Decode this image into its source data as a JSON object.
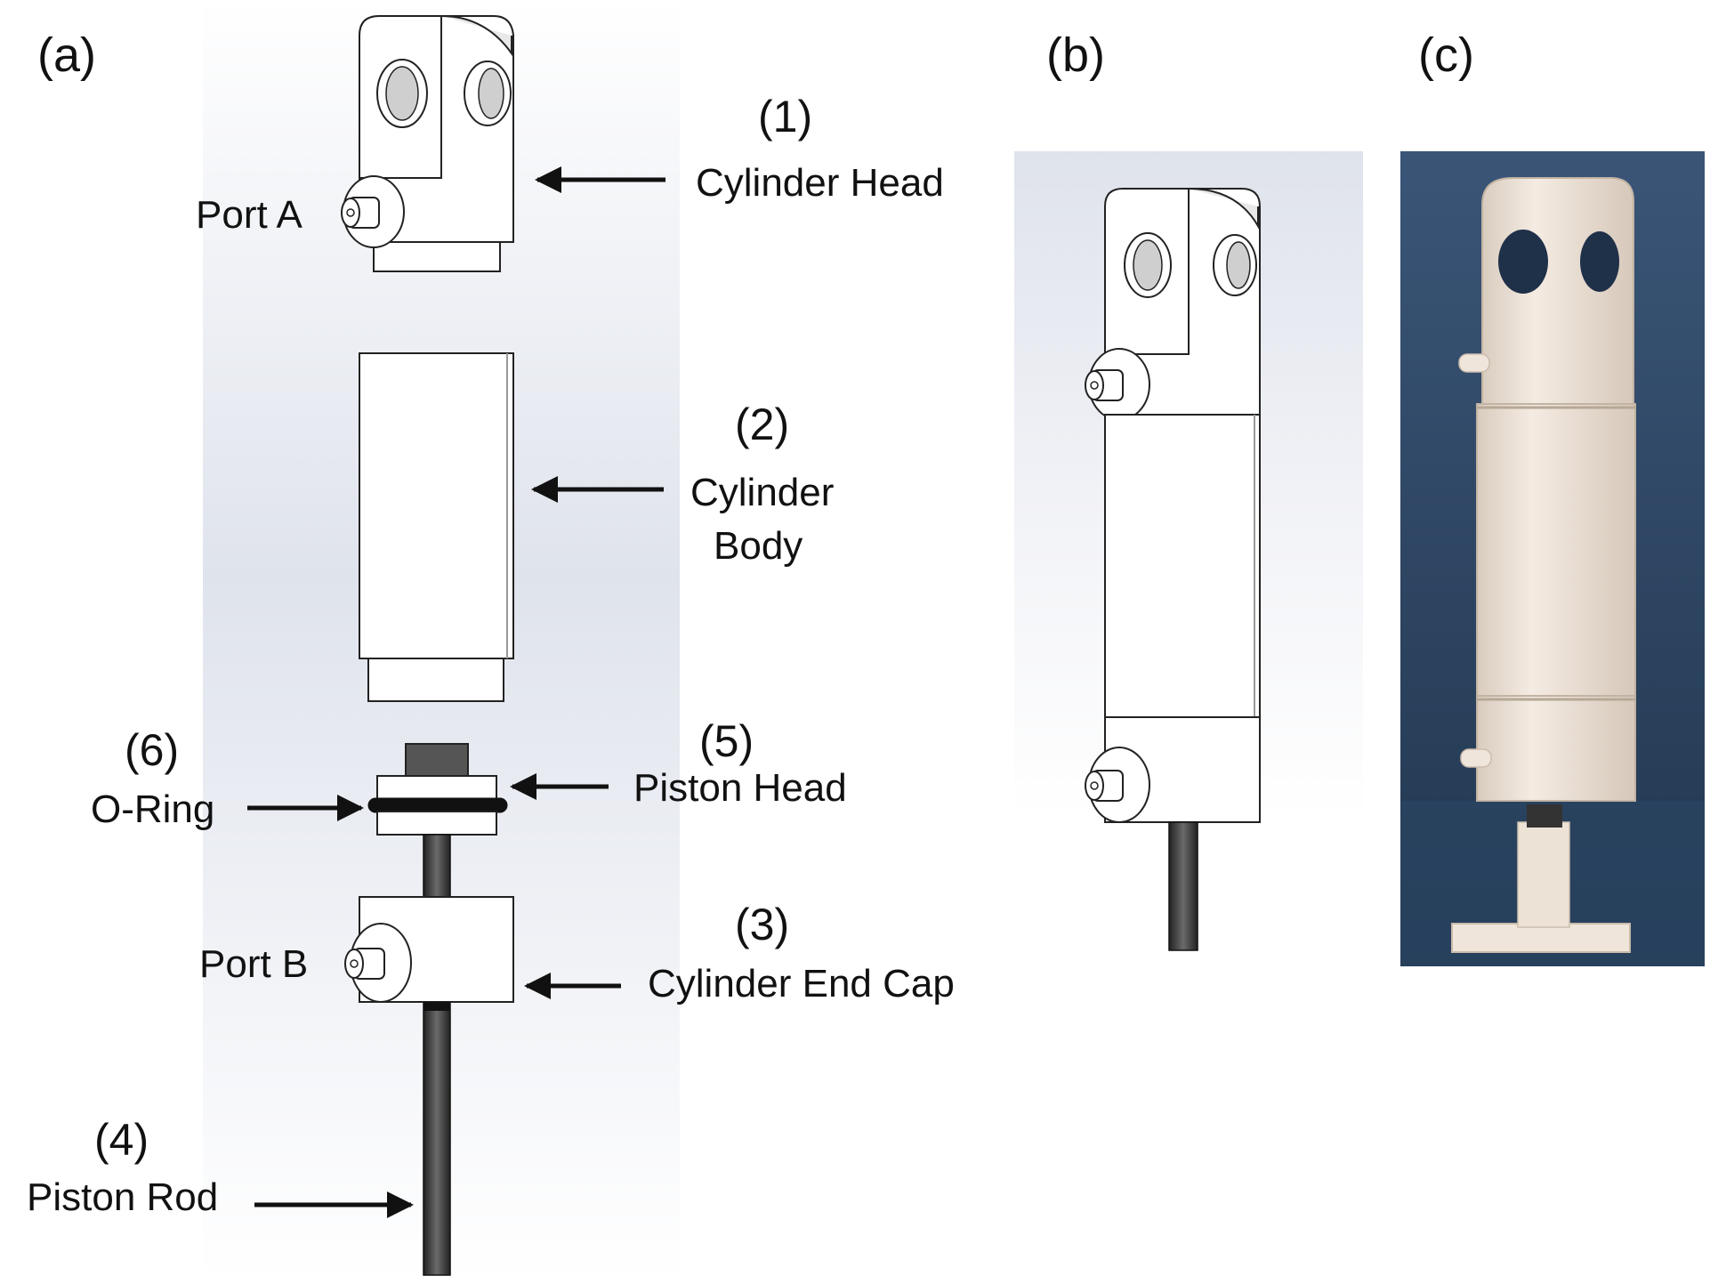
{
  "panels": {
    "a": "(a)",
    "b": "(b)",
    "c": "(c)"
  },
  "parts": [
    {
      "number": "(1)",
      "label": "Cylinder Head"
    },
    {
      "number": "(2)",
      "label_line1": "Cylinder",
      "label_line2": "Body"
    },
    {
      "number": "(3)",
      "label": "Cylinder End Cap"
    },
    {
      "number": "(4)",
      "label": "Piston Rod"
    },
    {
      "number": "(5)",
      "label": "Piston Head"
    },
    {
      "number": "(6)",
      "label": "O-Ring"
    }
  ],
  "ports": {
    "a": "Port A",
    "b": "Port B"
  },
  "colors": {
    "cad_background": "#dfe3ec",
    "photo_background": "#2f4a6a",
    "printed_part": "#f1e7dd",
    "rod": "#3a3a3a"
  }
}
